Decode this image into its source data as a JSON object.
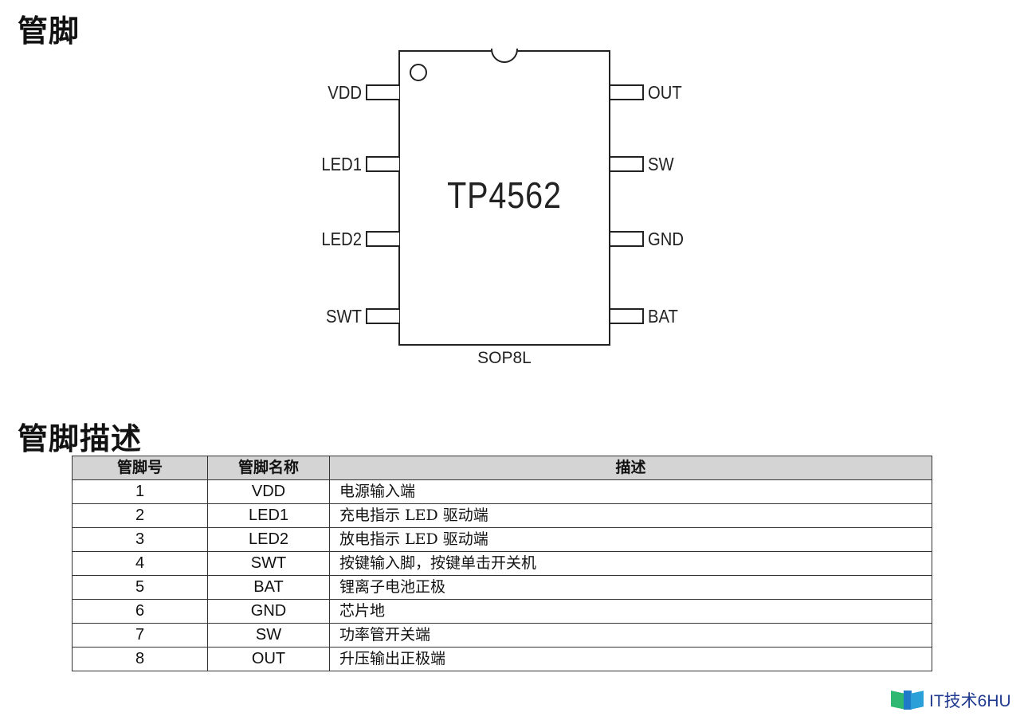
{
  "headings": {
    "pins": "管脚",
    "description": "管脚描述"
  },
  "chip": {
    "name": "TP4562",
    "package": "SOP8L",
    "left_pins": [
      "VDD",
      "LED1",
      "LED2",
      "SWT"
    ],
    "right_pins": [
      "OUT",
      "SW",
      "GND",
      "BAT"
    ]
  },
  "table": {
    "headers": [
      "管脚号",
      "管脚名称",
      "描述"
    ],
    "rows": [
      [
        "1",
        "VDD",
        "电源输入端"
      ],
      [
        "2",
        "LED1",
        "充电指示 LED 驱动端"
      ],
      [
        "3",
        "LED2",
        "放电指示 LED 驱动端"
      ],
      [
        "4",
        "SWT",
        "按键输入脚，按键单击开关机"
      ],
      [
        "5",
        "BAT",
        "锂离子电池正极"
      ],
      [
        "6",
        "GND",
        "芯片地"
      ],
      [
        "7",
        "SW",
        "功率管开关端"
      ],
      [
        "8",
        "OUT",
        "升压输出正极端"
      ]
    ],
    "header_bg": "#d4d4d4"
  },
  "watermark": {
    "text": "IT技术6HU",
    "logo_icon": "book-logo-icon"
  }
}
